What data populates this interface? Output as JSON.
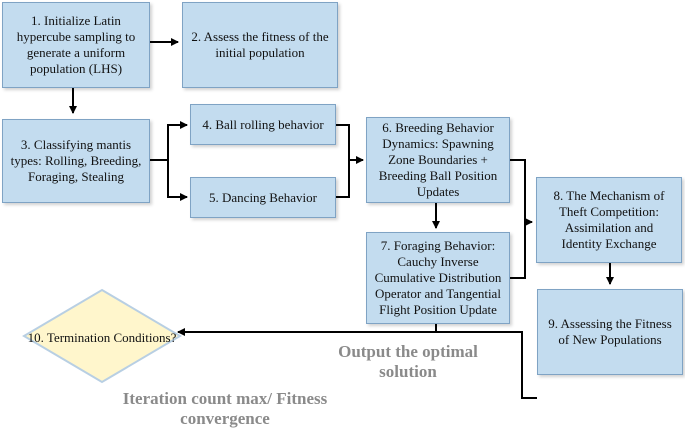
{
  "steps": {
    "s1": "1. Initialize Latin hypercube sampling to generate a uniform population (LHS)",
    "s2": "2. Assess the fitness of the initial population",
    "s3": "3. Classifying mantis types: Rolling, Breeding, Foraging, Stealing",
    "s4": "4. Ball rolling behavior",
    "s5": "5. Dancing Behavior",
    "s6": "6. Breeding Behavior Dynamics: Spawning Zone Boundaries + Breeding Ball Position Updates",
    "s7": "7. Foraging Behavior: Cauchy Inverse Cumulative Distribution Operator and Tangential Flight Position Update",
    "s8": "8. The Mechanism of Theft Competition: Assimilation and Identity Exchange",
    "s9": "9. Assessing the Fitness of New Populations",
    "s10": "10. Termination Conditions?"
  },
  "labels": {
    "output": "Output the optimal solution",
    "iteration": "Iteration count max/ Fitness convergence"
  },
  "colors": {
    "box_fill": "#c3dcef",
    "diamond_fill": "#fff6cc",
    "label_gray": "#8a8a8a"
  }
}
